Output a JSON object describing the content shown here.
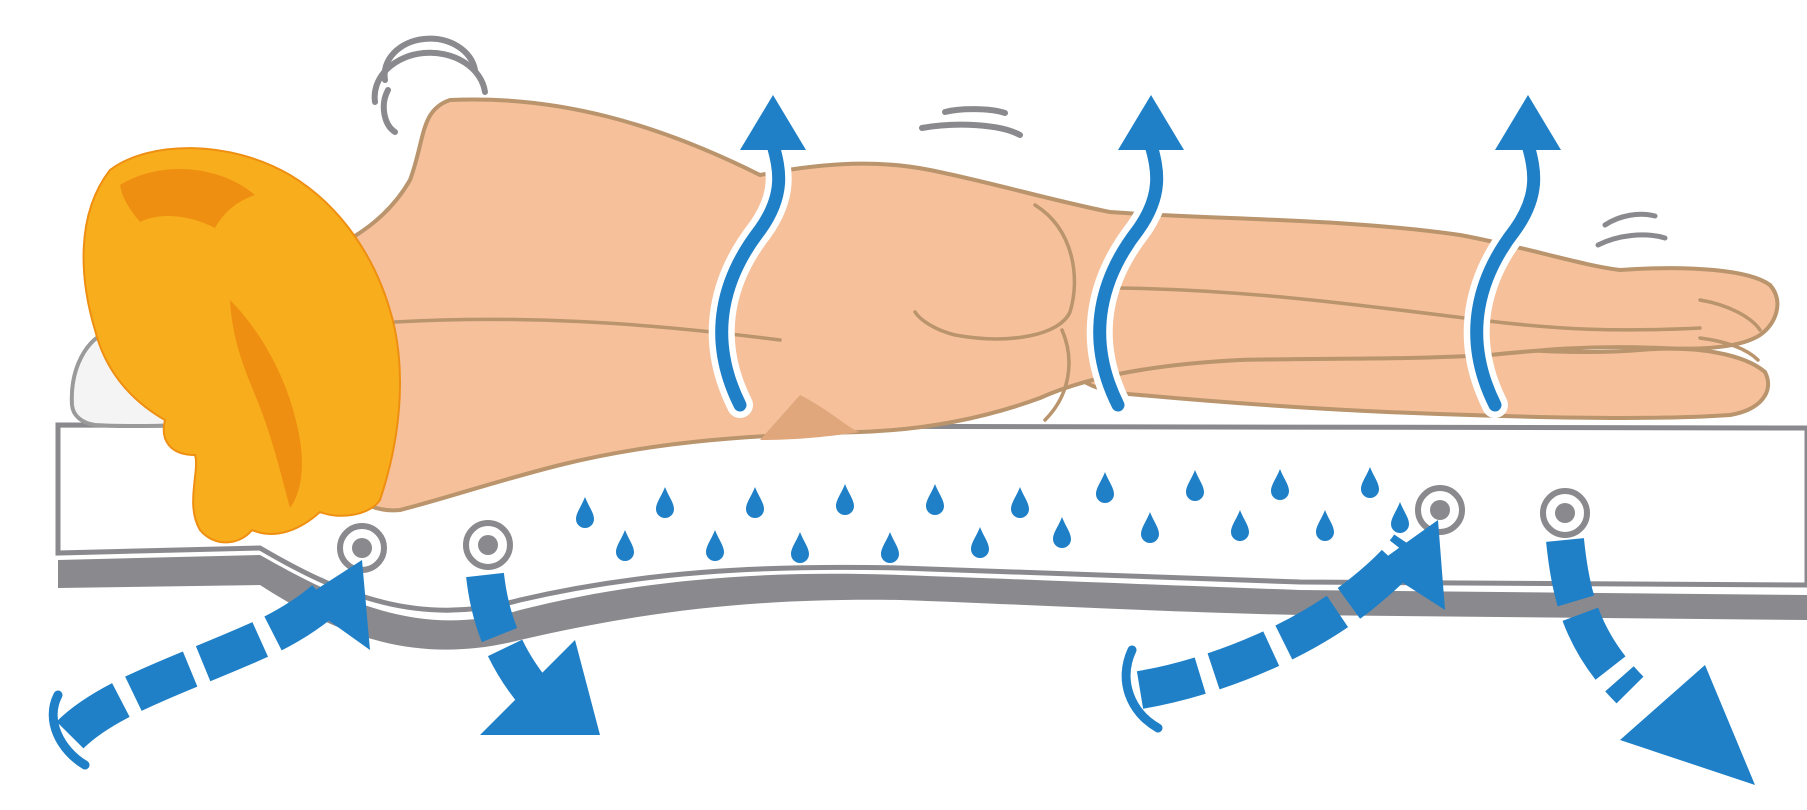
{
  "colors": {
    "background": "#ffffff",
    "mattress": "#ffffff",
    "mattress_outline": "#8a8a8e",
    "base": "#8a8a8e",
    "skin": "#f5c09a",
    "skin_outline": "#b9946c",
    "skin_shade": "#e0a77c",
    "hair": "#f8ae1c",
    "hair_shade": "#ef8f12",
    "pillow": "#f4f4f4",
    "pillow_outline": "#9a9a9a",
    "air_arrow": "#1f80c8",
    "droplet": "#1f80c8",
    "vent": "#8a8a8e",
    "motion_lines": "#8a8a8e"
  },
  "icons": {
    "person": "sleeping-person-icon",
    "hair": "hair-icon",
    "pillow": "pillow-icon",
    "mattress": "mattress-icon",
    "droplet": "moisture-droplet-icon",
    "vent": "air-vent-icon",
    "arrow_up": "rising-air-arrow-icon",
    "arrow_in": "incoming-air-arrow-icon",
    "arrow_out": "outgoing-air-arrow-icon",
    "motion": "motion-lines-icon"
  },
  "diagram": {
    "droplet_count": 20,
    "rising_arrow_count": 3,
    "vent_count": 4,
    "incoming_flow_count": 2,
    "outgoing_flow_count": 2
  }
}
